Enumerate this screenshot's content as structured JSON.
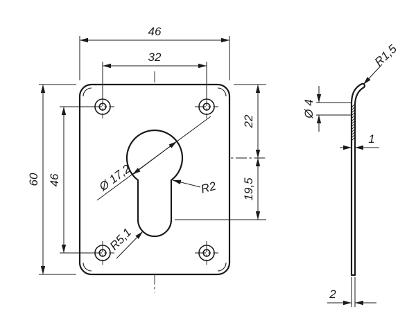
{
  "front_view": {
    "dim_overall_width": "46",
    "dim_hole_spacing_horizontal": "32",
    "dim_overall_height": "60",
    "dim_hole_spacing_vertical": "46",
    "dim_top_to_keyhole_center": "22",
    "dim_keyhole_center_to_slot": "19,5",
    "dim_keyhole_diameter": "Ø 17,2",
    "dim_transition_radius": "R2",
    "dim_slot_bottom_radius": "R5,1"
  },
  "side_view": {
    "dim_edge_radius": "R1,5",
    "dim_hole_diameter": "Ø 4",
    "dim_sheet_thickness": "1",
    "dim_total_thickness": "2"
  },
  "colors": {
    "ink": "#1a1a1a",
    "background": "#ffffff"
  }
}
